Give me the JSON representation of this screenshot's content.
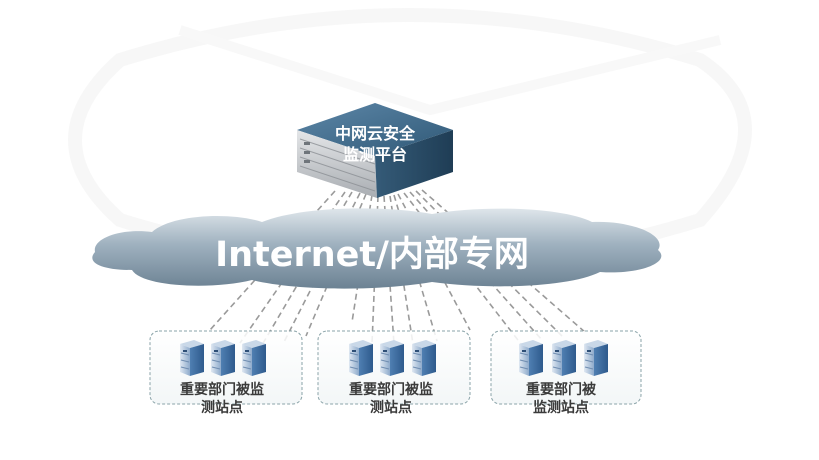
{
  "platform": {
    "line1": "中网云安全",
    "line2": "监测平台"
  },
  "network": {
    "label": "Internet/内部专网"
  },
  "sites": [
    {
      "line1": "重要部门被监",
      "line2": "测站点"
    },
    {
      "line1": "重要部门被监",
      "line2": "测站点"
    },
    {
      "line1": "重要部门被",
      "line2": "监测站点"
    }
  ],
  "colors": {
    "platform_top": "#3f6a8c",
    "platform_front": "#c9ccd0",
    "cloud_fill": "#7e93a3",
    "dashed_line": "#9a9a9a",
    "site_box_border": "#8aa3a8",
    "server_blue": "#5b88b8"
  }
}
